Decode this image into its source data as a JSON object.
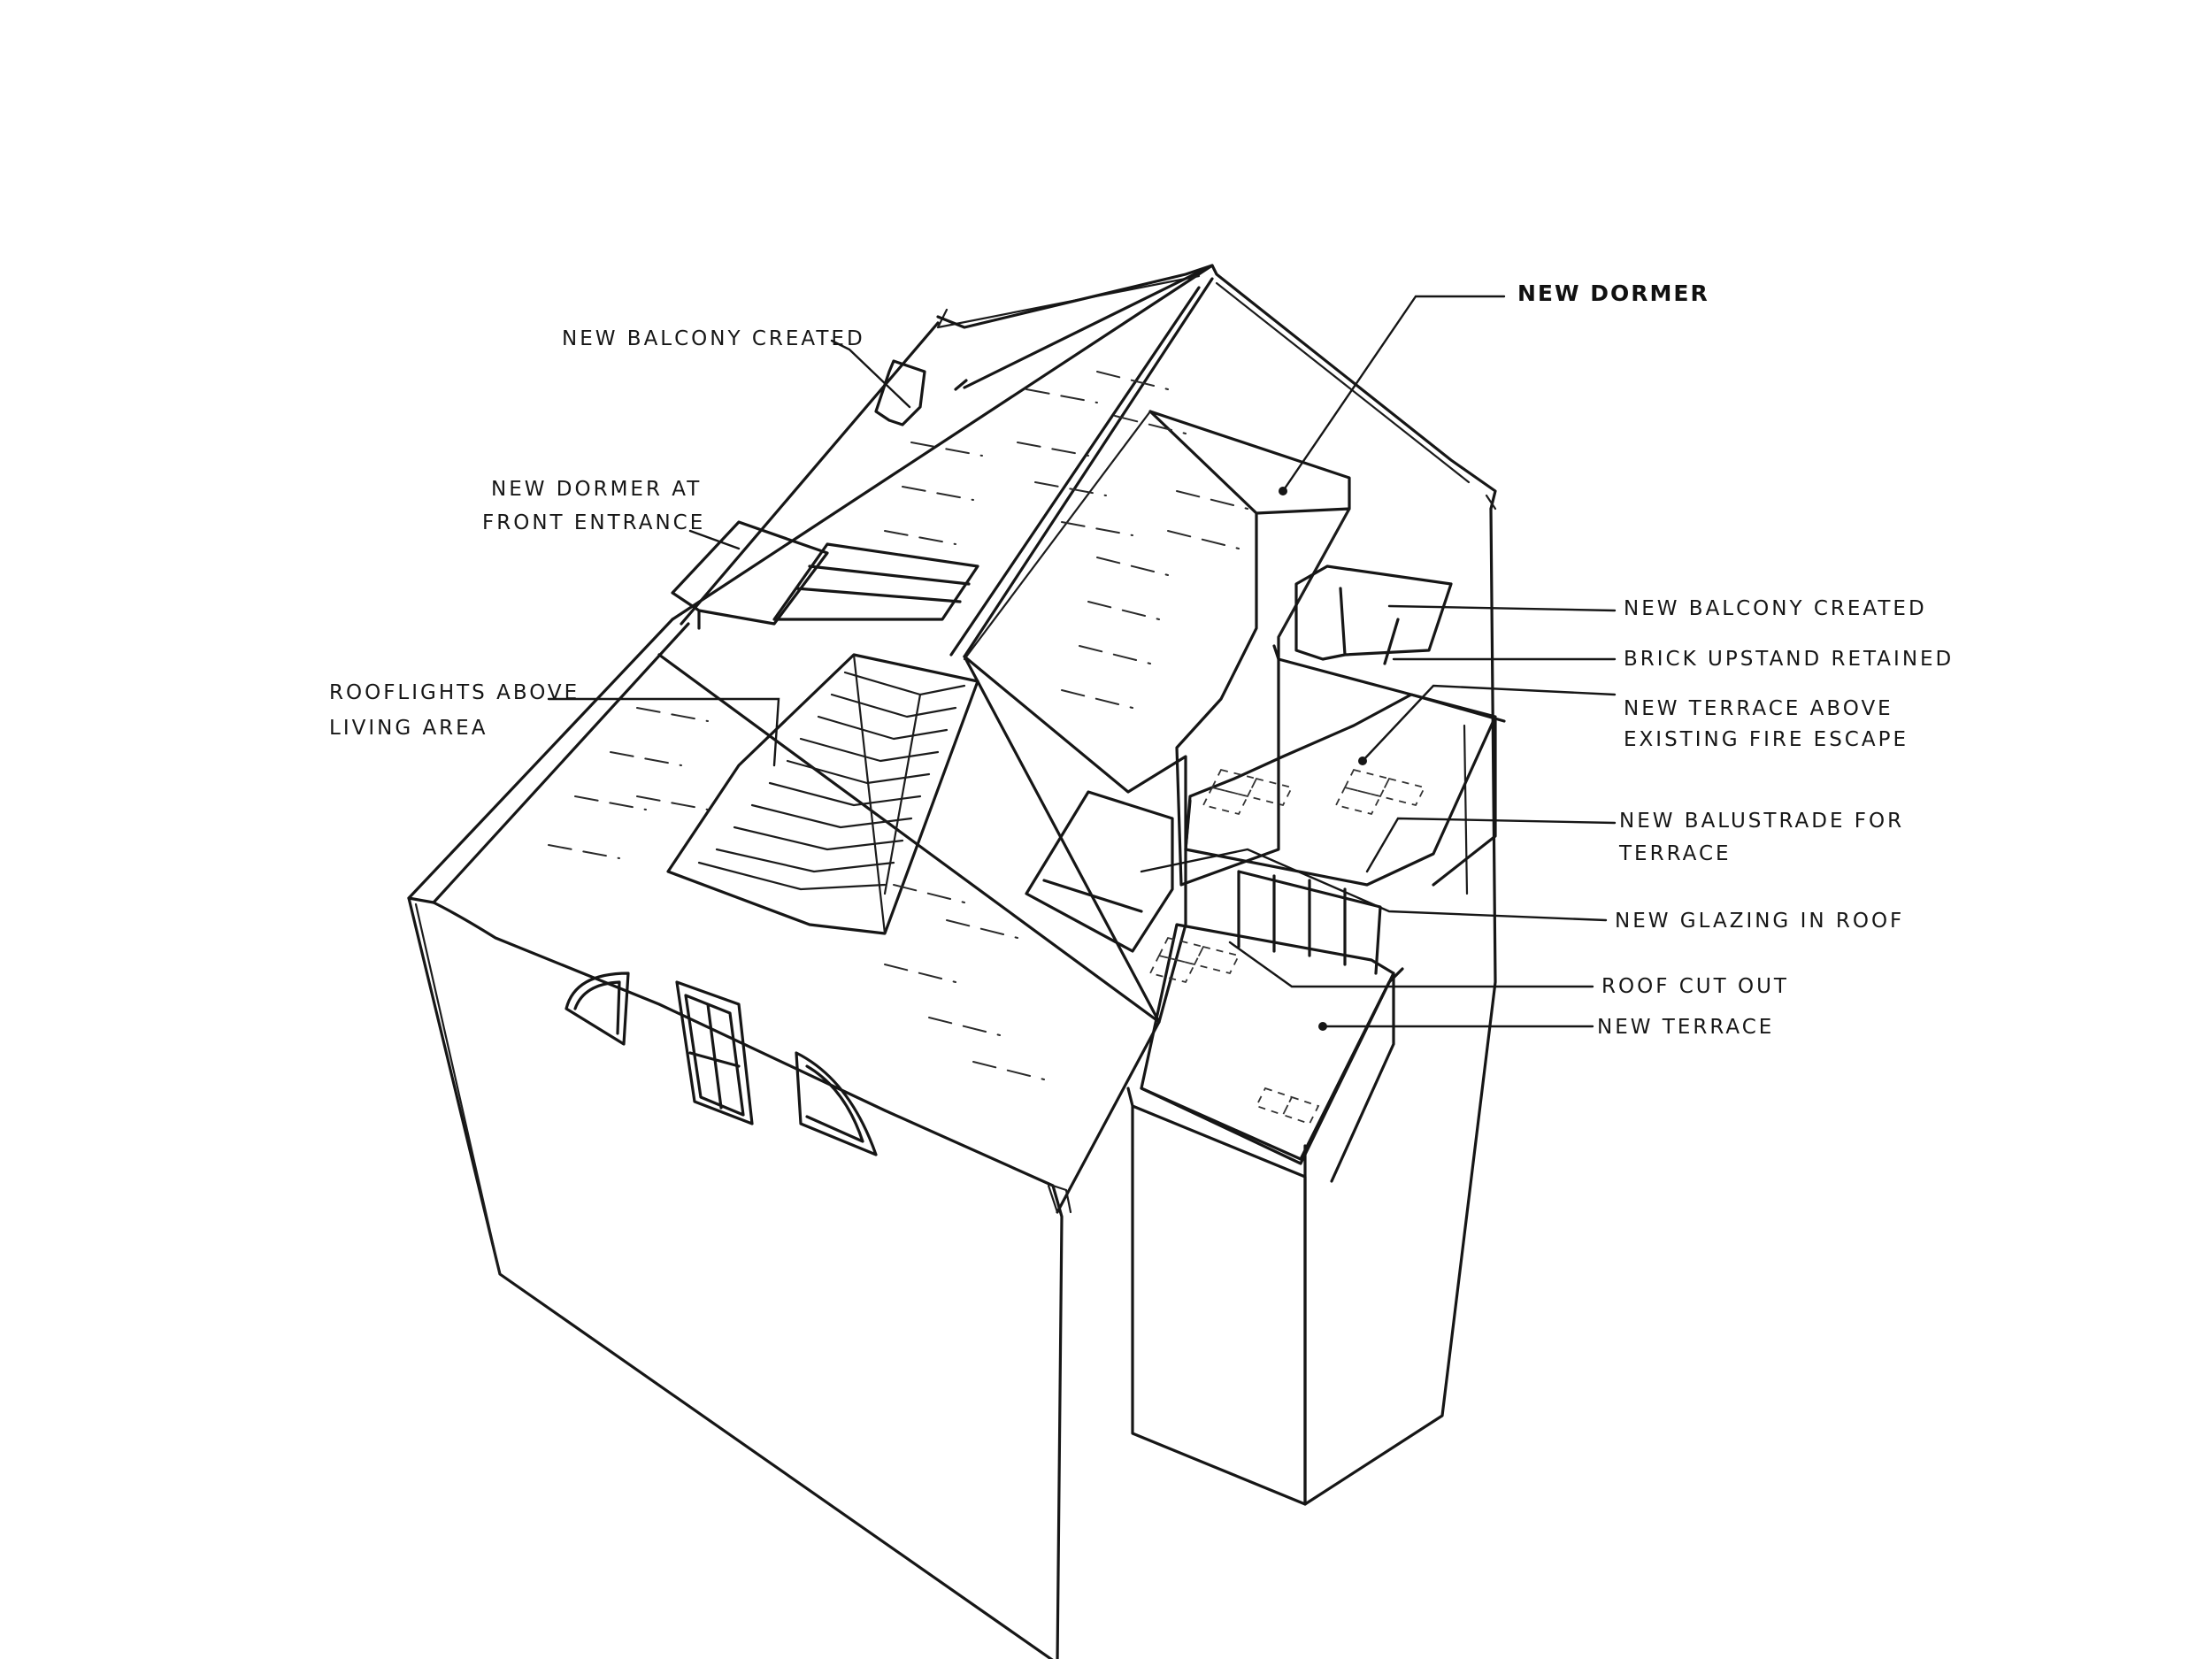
{
  "labels": {
    "new_dormer": "NEW DORMER",
    "new_balcony_created_front": "NEW BALCONY CREATED",
    "new_dormer_front_line1": "NEW DORMER AT",
    "new_dormer_front_line2": "FRONT ENTRANCE",
    "rooflights_line1": "ROOFLIGHTS ABOVE",
    "rooflights_line2": "LIVING AREA",
    "new_balcony_created_rear": "NEW BALCONY CREATED",
    "brick_upstand": "BRICK UPSTAND RETAINED",
    "terrace_fire_escape_line1": "NEW TERRACE ABOVE",
    "terrace_fire_escape_line2": "EXISTING FIRE ESCAPE",
    "balustrade_line1": "NEW BALUSTRADE FOR",
    "balustrade_line2": "TERRACE",
    "new_glazing": "NEW GLAZING IN ROOF",
    "roof_cut_out": "ROOF CUT OUT",
    "new_terrace": "NEW TERRACE"
  },
  "colors": {
    "ink": "#161616",
    "paper": "#ffffff"
  }
}
